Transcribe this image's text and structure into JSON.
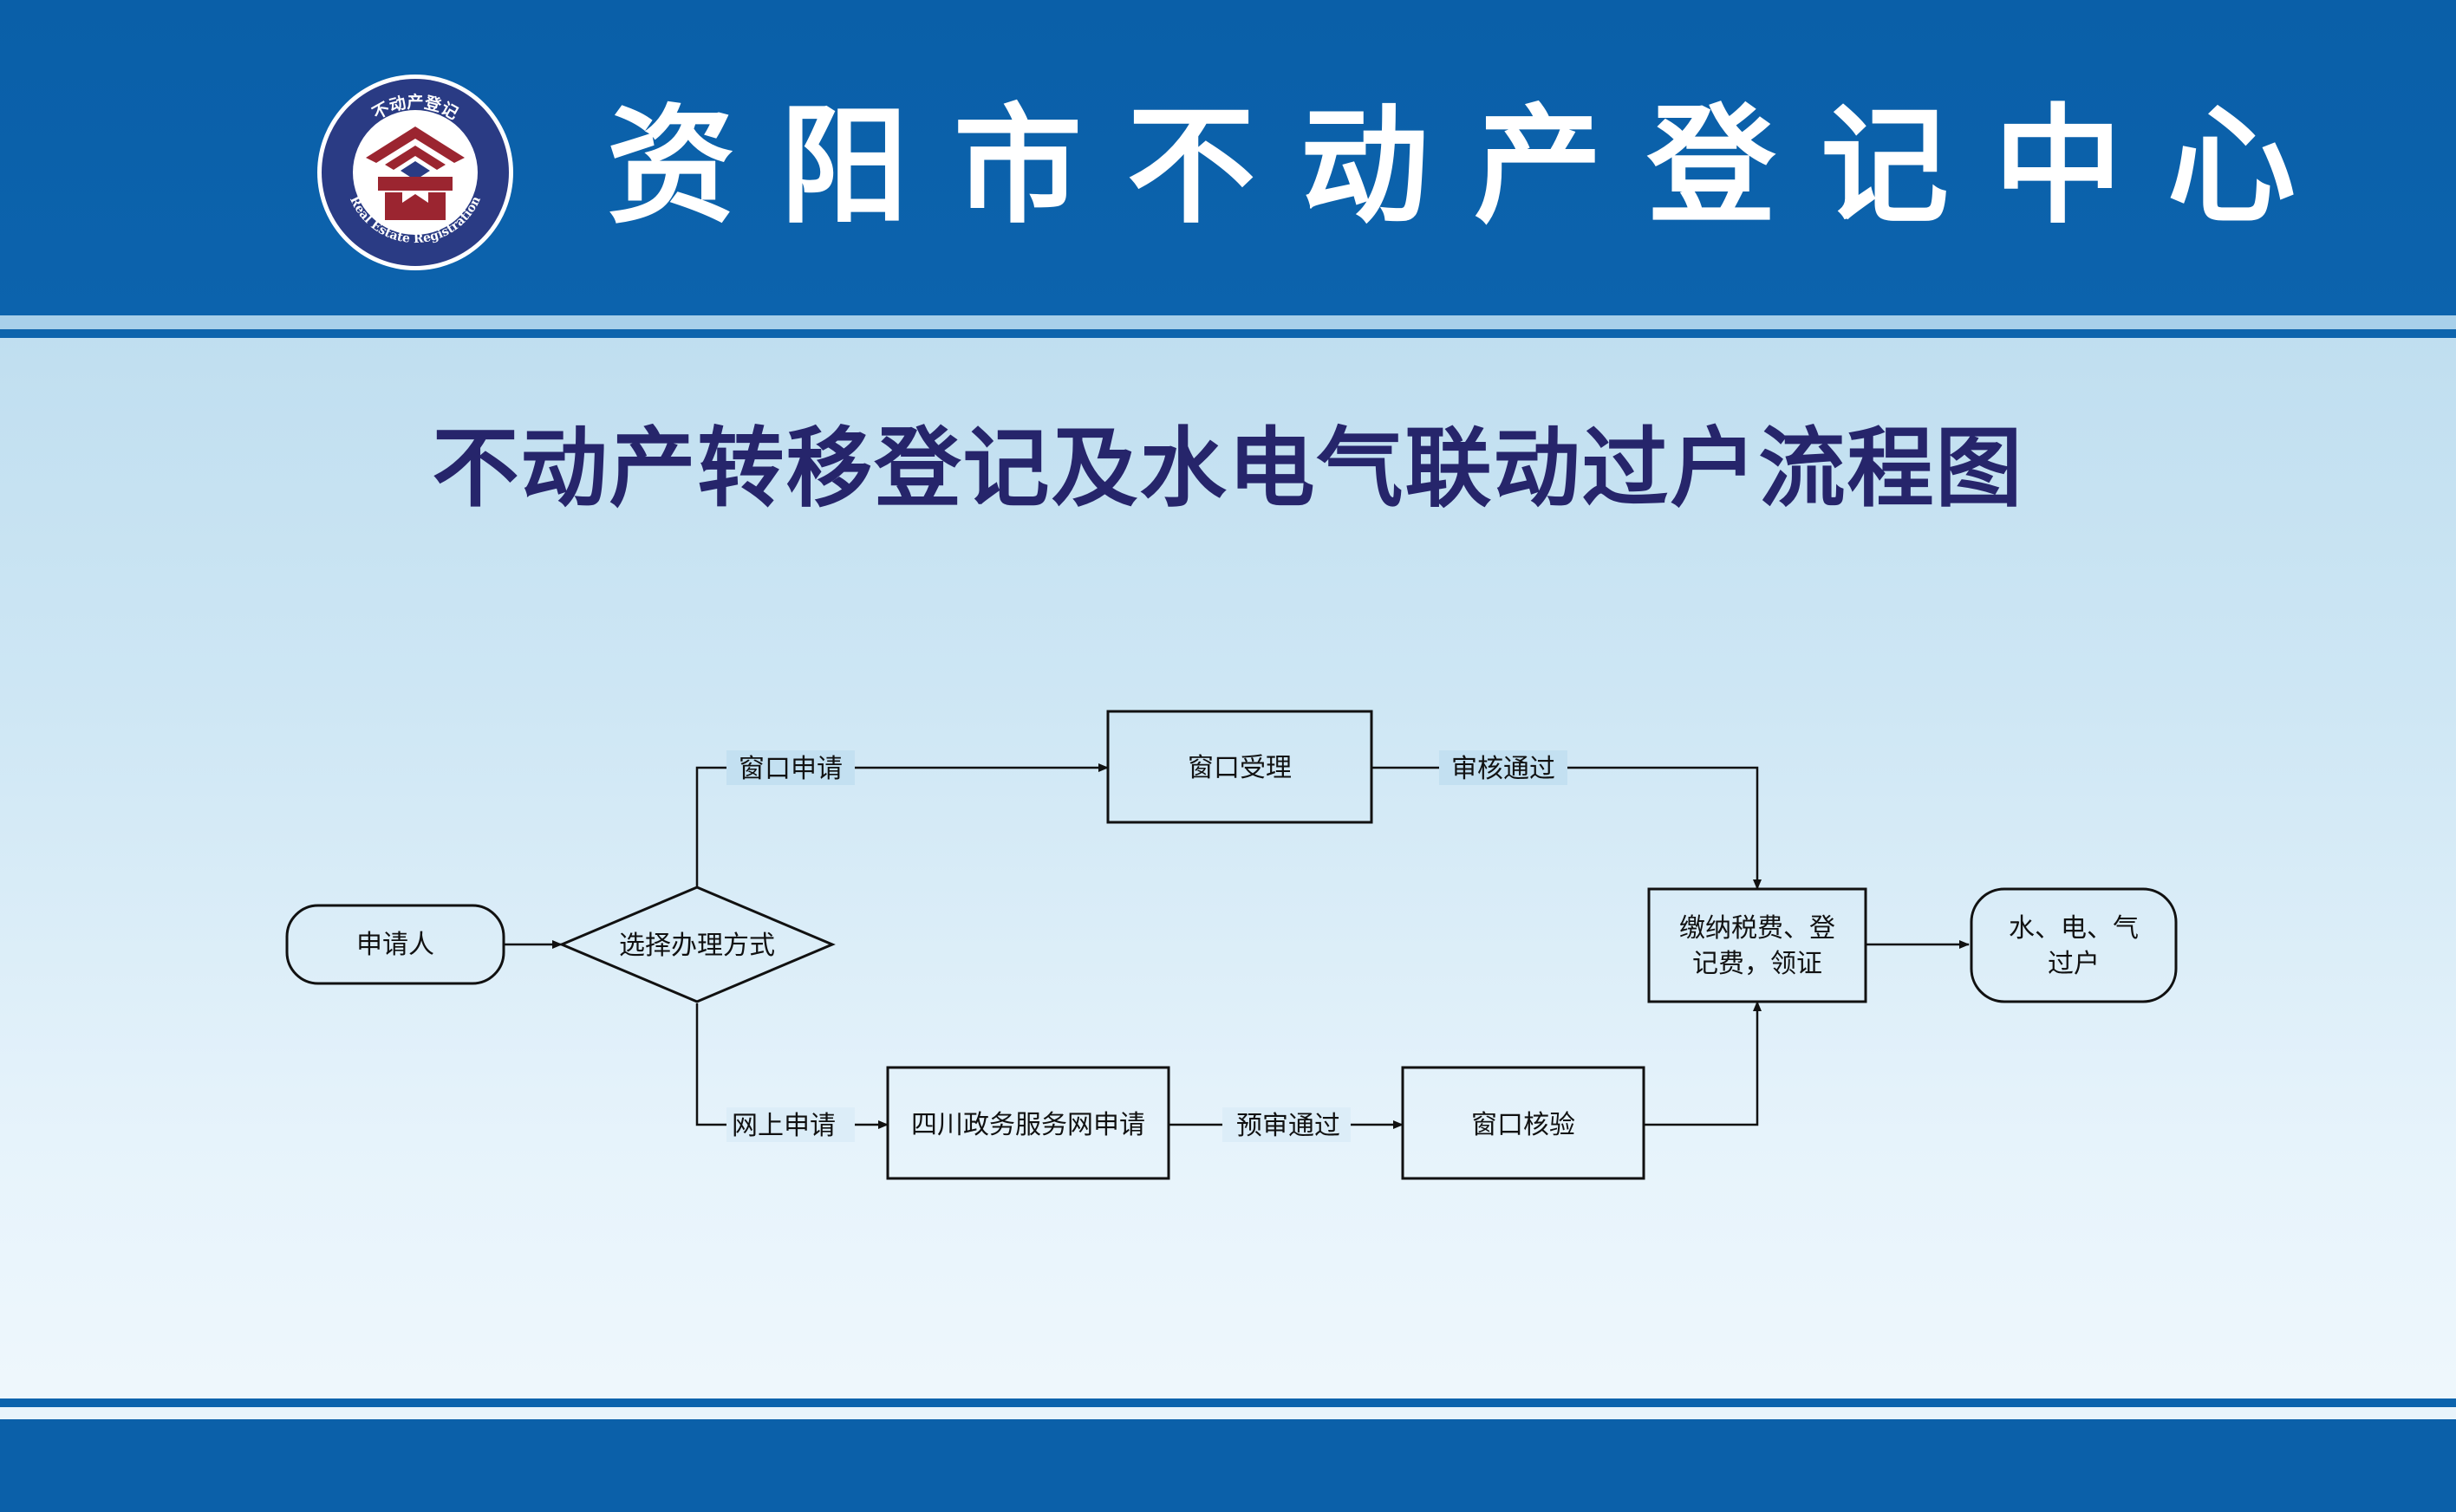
{
  "header": {
    "title": "资阳市不动产登记中心",
    "logo_text_top": "不动产登记",
    "logo_text_bottom": "Real Estate Registration"
  },
  "flow_title": "不动产转移登记及水电气联动过户流程图",
  "nodes": {
    "applicant": "申请人",
    "choose_method": "选择办理方式",
    "window_accept": "窗口受理",
    "online_apply": "四川政务服务网申请",
    "window_verify": "窗口核验",
    "pay_fees_line1": "缴纳税费、登",
    "pay_fees_line2": "记费，领证",
    "transfer_line1": "水、电、气",
    "transfer_line2": "过户"
  },
  "edges": {
    "window_apply": "窗口申请",
    "review_pass": "审核通过",
    "online_apply": "网上申请",
    "pre_review_pass": "预审通过"
  },
  "colors": {
    "header_band": "#0b60a9",
    "title_color": "#26256b",
    "logo_red": "#9b2530",
    "logo_navy": "#2a3b84"
  }
}
